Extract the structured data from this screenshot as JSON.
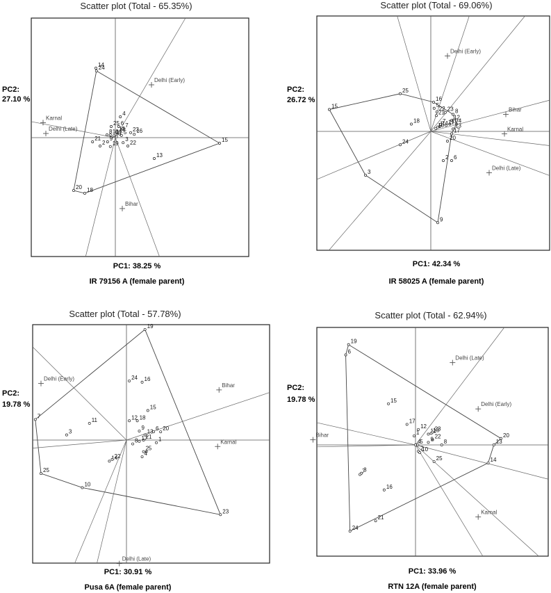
{
  "figure": {
    "panels": [
      {
        "title": "Scatter plot (Total - 65.35%)",
        "pc2_label_line1": "PC2:",
        "pc2_label_line2": "27.10 %",
        "pc1_label": "PC1: 38.25 %",
        "caption": "IR 79156 A (female parent)"
      },
      {
        "title": "Scatter plot (Total - 69.06%)",
        "pc2_label_line1": "PC2:",
        "pc2_label_line2": "26.72 %",
        "pc1_label": "PC1: 42.34 %",
        "caption": "IR 58025 A (female parent)"
      },
      {
        "title": "Scatter plot (Total - 57.78%)",
        "pc2_label_line1": "PC2:",
        "pc2_label_line2": "19.78 %",
        "pc1_label": "PC1: 30.91 %",
        "caption": "Pusa 6A (female parent)"
      },
      {
        "title": "Scatter plot (Total - 62.94%)",
        "pc2_label_line1": "PC2:",
        "pc2_label_line2": "19.78 %",
        "pc1_label": "PC1: 33.96 %",
        "caption": "RTN 12A (female parent)"
      }
    ]
  },
  "chart_data": [
    {
      "type": "scatter",
      "title": "Scatter plot (Total - 65.35%)",
      "xlabel": "PC1: 38.25 %",
      "ylabel": "PC2: 27.10 %",
      "caption": "IR 79156 A (female parent)",
      "origin": [
        0,
        0
      ],
      "environments": [
        {
          "label": "Karnal",
          "x": -2.6,
          "y": 0.54
        },
        {
          "label": "Delhi (Early)",
          "x": 1.3,
          "y": 1.9
        },
        {
          "label": "Delhi (Late)",
          "x": -2.5,
          "y": 0.15
        },
        {
          "label": "Bihar",
          "x": 0.25,
          "y": -2.55
        }
      ],
      "genotypes": [
        {
          "label": "14",
          "x": -0.7,
          "y": 2.5
        },
        {
          "label": "24",
          "x": -0.68,
          "y": 2.4
        },
        {
          "label": "4",
          "x": 0.18,
          "y": 0.75
        },
        {
          "label": "25",
          "x": -0.15,
          "y": 0.4
        },
        {
          "label": "6",
          "x": 0.12,
          "y": 0.4
        },
        {
          "label": "7",
          "x": 0.28,
          "y": 0.32
        },
        {
          "label": "12",
          "x": 0.05,
          "y": 0.2
        },
        {
          "label": "17",
          "x": 0.08,
          "y": 0.14
        },
        {
          "label": "23",
          "x": 0.55,
          "y": 0.18
        },
        {
          "label": "16",
          "x": 0.68,
          "y": 0.12
        },
        {
          "label": "8",
          "x": -0.3,
          "y": 0.1
        },
        {
          "label": "10",
          "x": -0.18,
          "y": 0.1
        },
        {
          "label": "11",
          "x": -0.05,
          "y": 0.07
        },
        {
          "label": "1",
          "x": 0.04,
          "y": 0.03
        },
        {
          "label": "5",
          "x": 0.22,
          "y": 0.08
        },
        {
          "label": "21",
          "x": -0.82,
          "y": -0.15
        },
        {
          "label": "2",
          "x": -0.55,
          "y": -0.3
        },
        {
          "label": "9",
          "x": -0.28,
          "y": -0.15
        },
        {
          "label": "19",
          "x": -0.18,
          "y": -0.32
        },
        {
          "label": "3",
          "x": 0.28,
          "y": -0.18
        },
        {
          "label": "22",
          "x": 0.45,
          "y": -0.3
        },
        {
          "label": "13",
          "x": 1.4,
          "y": -0.75
        },
        {
          "label": "15",
          "x": 3.75,
          "y": -0.2
        },
        {
          "label": "20",
          "x": -1.5,
          "y": -1.9
        },
        {
          "label": "18",
          "x": -1.1,
          "y": -2.0
        }
      ],
      "hull": [
        "24",
        "15",
        "18",
        "20"
      ]
    },
    {
      "type": "scatter",
      "title": "Scatter plot (Total - 69.06%)",
      "xlabel": "PC1: 42.34 %",
      "ylabel": "PC2: 26.72 %",
      "caption": "IR 58025 A (female parent)",
      "origin": [
        0,
        0
      ],
      "environments": [
        {
          "label": "Delhi (Early)",
          "x": 0.6,
          "y": 3.1
        },
        {
          "label": "Bihar",
          "x": 2.7,
          "y": 0.7
        },
        {
          "label": "Karnal",
          "x": 2.65,
          "y": -0.1
        },
        {
          "label": "Delhi (Late)",
          "x": 2.1,
          "y": -1.7
        }
      ],
      "genotypes": [
        {
          "label": "25",
          "x": -1.1,
          "y": 1.55
        },
        {
          "label": "15",
          "x": -3.65,
          "y": 0.9
        },
        {
          "label": "16",
          "x": 0.1,
          "y": 1.2
        },
        {
          "label": "5",
          "x": 0.12,
          "y": 0.95
        },
        {
          "label": "22",
          "x": 0.22,
          "y": 0.8
        },
        {
          "label": "21",
          "x": 0.2,
          "y": 0.65
        },
        {
          "label": "23",
          "x": 0.52,
          "y": 0.78
        },
        {
          "label": "8",
          "x": 0.8,
          "y": 0.7
        },
        {
          "label": "12",
          "x": 0.75,
          "y": 0.45
        },
        {
          "label": "19",
          "x": 0.68,
          "y": 0.3
        },
        {
          "label": "4",
          "x": 0.92,
          "y": 0.3
        },
        {
          "label": "7",
          "x": 0.35,
          "y": 0.28
        },
        {
          "label": "14",
          "x": 0.32,
          "y": 0.2
        },
        {
          "label": "11",
          "x": 0.55,
          "y": 0.25
        },
        {
          "label": "1",
          "x": 0.25,
          "y": 0.18
        },
        {
          "label": "10",
          "x": 0.18,
          "y": 0.12
        },
        {
          "label": "13",
          "x": 0.8,
          "y": 0.1
        },
        {
          "label": "17",
          "x": 0.75,
          "y": -0.1
        },
        {
          "label": "18",
          "x": -0.7,
          "y": 0.3
        },
        {
          "label": "20",
          "x": 0.6,
          "y": -0.4
        },
        {
          "label": "24",
          "x": -1.1,
          "y": -0.55
        },
        {
          "label": "2",
          "x": 0.45,
          "y": -1.2
        },
        {
          "label": "6",
          "x": 0.75,
          "y": -1.2
        },
        {
          "label": "3",
          "x": -2.35,
          "y": -1.8
        },
        {
          "label": "9",
          "x": 0.25,
          "y": -3.75
        }
      ],
      "hull": [
        "15",
        "25",
        "16",
        "8",
        "4",
        "17",
        "9",
        "3"
      ]
    },
    {
      "type": "scatter",
      "title": "Scatter plot (Total - 57.78%)",
      "xlabel": "PC1: 30.91 %",
      "ylabel": "PC2: 19.78 %",
      "caption": "Pusa 6A (female parent)",
      "origin": [
        0,
        0
      ],
      "environments": [
        {
          "label": "Delhi (Early)",
          "x": -3.0,
          "y": 2.2
        },
        {
          "label": "Bihar",
          "x": 3.25,
          "y": 1.95
        },
        {
          "label": "Karnal",
          "x": 3.2,
          "y": -0.25
        },
        {
          "label": "Delhi (Late)",
          "x": -0.25,
          "y": -4.8
        }
      ],
      "genotypes": [
        {
          "label": "19",
          "x": 0.65,
          "y": 4.3
        },
        {
          "label": "24",
          "x": 0.1,
          "y": 2.3
        },
        {
          "label": "16",
          "x": 0.55,
          "y": 2.25
        },
        {
          "label": "7",
          "x": -3.2,
          "y": 0.8
        },
        {
          "label": "11",
          "x": -1.3,
          "y": 0.65
        },
        {
          "label": "3",
          "x": -2.1,
          "y": 0.2
        },
        {
          "label": "15",
          "x": 0.75,
          "y": 1.15
        },
        {
          "label": "12",
          "x": 0.1,
          "y": 0.75
        },
        {
          "label": "18",
          "x": 0.38,
          "y": 0.75
        },
        {
          "label": "9",
          "x": 0.45,
          "y": 0.35
        },
        {
          "label": "13",
          "x": 0.65,
          "y": 0.2
        },
        {
          "label": "6",
          "x": 0.95,
          "y": 0.32
        },
        {
          "label": "20",
          "x": 1.2,
          "y": 0.32
        },
        {
          "label": "21",
          "x": 0.6,
          "y": 0.0
        },
        {
          "label": "17",
          "x": 0.45,
          "y": -0.05
        },
        {
          "label": "8",
          "x": 0.22,
          "y": -0.15
        },
        {
          "label": "1",
          "x": 1.05,
          "y": -0.1
        },
        {
          "label": "2",
          "x": 0.6,
          "y": -0.45
        },
        {
          "label": "5",
          "x": 0.7,
          "y": -0.45
        },
        {
          "label": "4",
          "x": 0.55,
          "y": -0.65
        },
        {
          "label": "14",
          "x": -0.6,
          "y": -0.82
        },
        {
          "label": "22",
          "x": -0.5,
          "y": -0.75
        },
        {
          "label": "25",
          "x": -3.0,
          "y": -1.3
        },
        {
          "label": "10",
          "x": -1.55,
          "y": -1.85
        },
        {
          "label": "23",
          "x": 3.3,
          "y": -2.9
        }
      ],
      "hull": [
        "19",
        "23",
        "10",
        "25",
        "7"
      ]
    },
    {
      "type": "scatter",
      "title": "Scatter plot (Total - 62.94%)",
      "xlabel": "PC1: 33.96 %",
      "ylabel": "PC2: 19.78 %",
      "caption": "RTN 12A (female parent)",
      "origin": [
        0,
        0
      ],
      "environments": [
        {
          "label": "Delhi (Late)",
          "x": 1.3,
          "y": 3.2
        },
        {
          "label": "Delhi (Early)",
          "x": 2.2,
          "y": 1.4
        },
        {
          "label": "Bihar",
          "x": -3.6,
          "y": 0.2
        },
        {
          "label": "Karnal",
          "x": 2.2,
          "y": -2.8
        }
      ],
      "genotypes": [
        {
          "label": "19",
          "x": -2.35,
          "y": 3.9
        },
        {
          "label": "6",
          "x": -2.45,
          "y": 3.5
        },
        {
          "label": "15",
          "x": -0.95,
          "y": 1.6
        },
        {
          "label": "17",
          "x": -0.3,
          "y": 0.8
        },
        {
          "label": "1",
          "x": -0.05,
          "y": 0.35
        },
        {
          "label": "12",
          "x": 0.1,
          "y": 0.6
        },
        {
          "label": "11",
          "x": 0.45,
          "y": 0.42
        },
        {
          "label": "18",
          "x": 0.55,
          "y": 0.45
        },
        {
          "label": "23",
          "x": 0.6,
          "y": 0.5
        },
        {
          "label": "22",
          "x": 0.6,
          "y": 0.2
        },
        {
          "label": "9",
          "x": 0.45,
          "y": 0.1
        },
        {
          "label": "4",
          "x": 0.0,
          "y": 0.0
        },
        {
          "label": "5",
          "x": 0.08,
          "y": 0.0
        },
        {
          "label": "8",
          "x": 0.92,
          "y": 0.0
        },
        {
          "label": "2",
          "x": 0.1,
          "y": -0.25
        },
        {
          "label": "10",
          "x": 0.15,
          "y": -0.3
        },
        {
          "label": "25",
          "x": 0.65,
          "y": -0.65
        },
        {
          "label": "13",
          "x": 2.75,
          "y": 0.0
        },
        {
          "label": "20",
          "x": 3.0,
          "y": 0.25
        },
        {
          "label": "14",
          "x": 2.55,
          "y": -0.7
        },
        {
          "label": "3",
          "x": -1.9,
          "y": -1.1
        },
        {
          "label": "7",
          "x": -1.95,
          "y": -1.15
        },
        {
          "label": "16",
          "x": -1.1,
          "y": -1.75
        },
        {
          "label": "21",
          "x": -1.4,
          "y": -2.95
        },
        {
          "label": "24",
          "x": -2.3,
          "y": -3.35
        }
      ],
      "hull": [
        "19",
        "20",
        "13",
        "14",
        "24",
        "6"
      ]
    }
  ]
}
